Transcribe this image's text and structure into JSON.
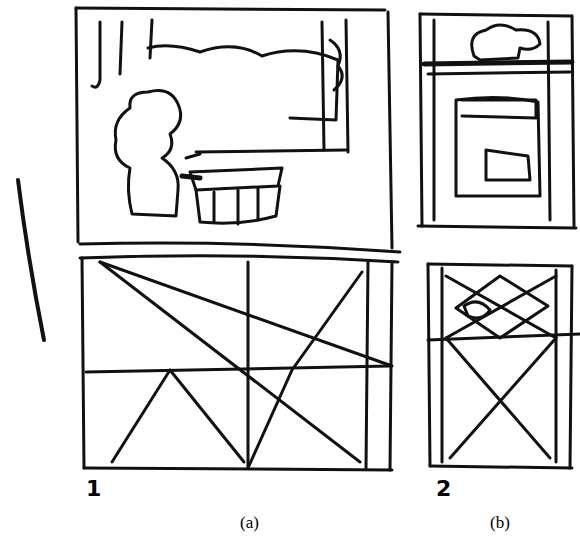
{
  "diagram": {
    "labels": [
      "1",
      "2",
      "(a)",
      "(b)"
    ]
  }
}
